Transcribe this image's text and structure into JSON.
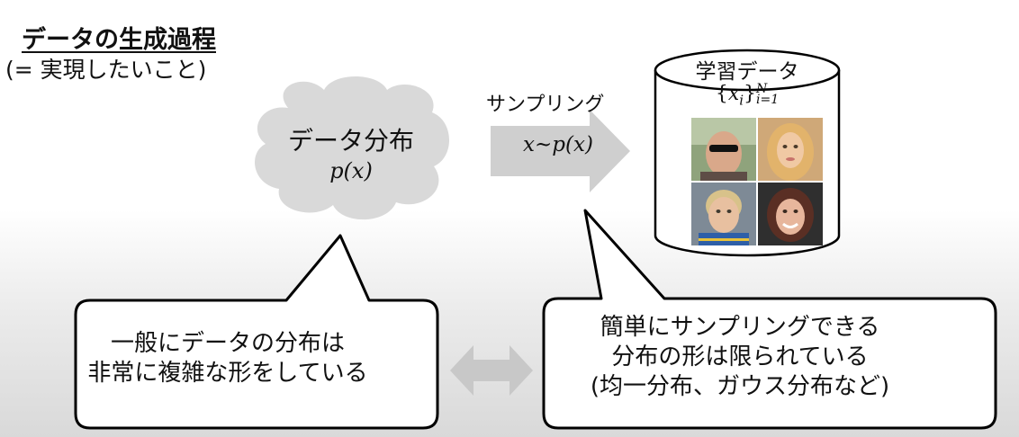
{
  "header": {
    "title": "データの生成過程",
    "subtitle": "(= 実現したいこと)"
  },
  "cloud": {
    "label": "データ分布",
    "math": "p(x)"
  },
  "sampling": {
    "label": "サンプリング",
    "arrow_math": "x~p(x)"
  },
  "database": {
    "title": "学習データ",
    "set_math": {
      "open": "{",
      "var": "x",
      "sub": "i",
      "close": "}",
      "sup": "N",
      "lower": "i=1"
    }
  },
  "bubbles": {
    "left": {
      "line1": "一般にデータの分布は",
      "line2": "非常に複雑な形をしている"
    },
    "right": {
      "line1": "簡単にサンプリングできる",
      "line2": "分布の形は限られている",
      "line3": "(均一分布、ガウス分布など)"
    }
  },
  "colors": {
    "cloud": "#d9d9d9",
    "arrow": "#cfcfcf",
    "double_arrow": "#c8c8c8",
    "outline": "#000000"
  }
}
